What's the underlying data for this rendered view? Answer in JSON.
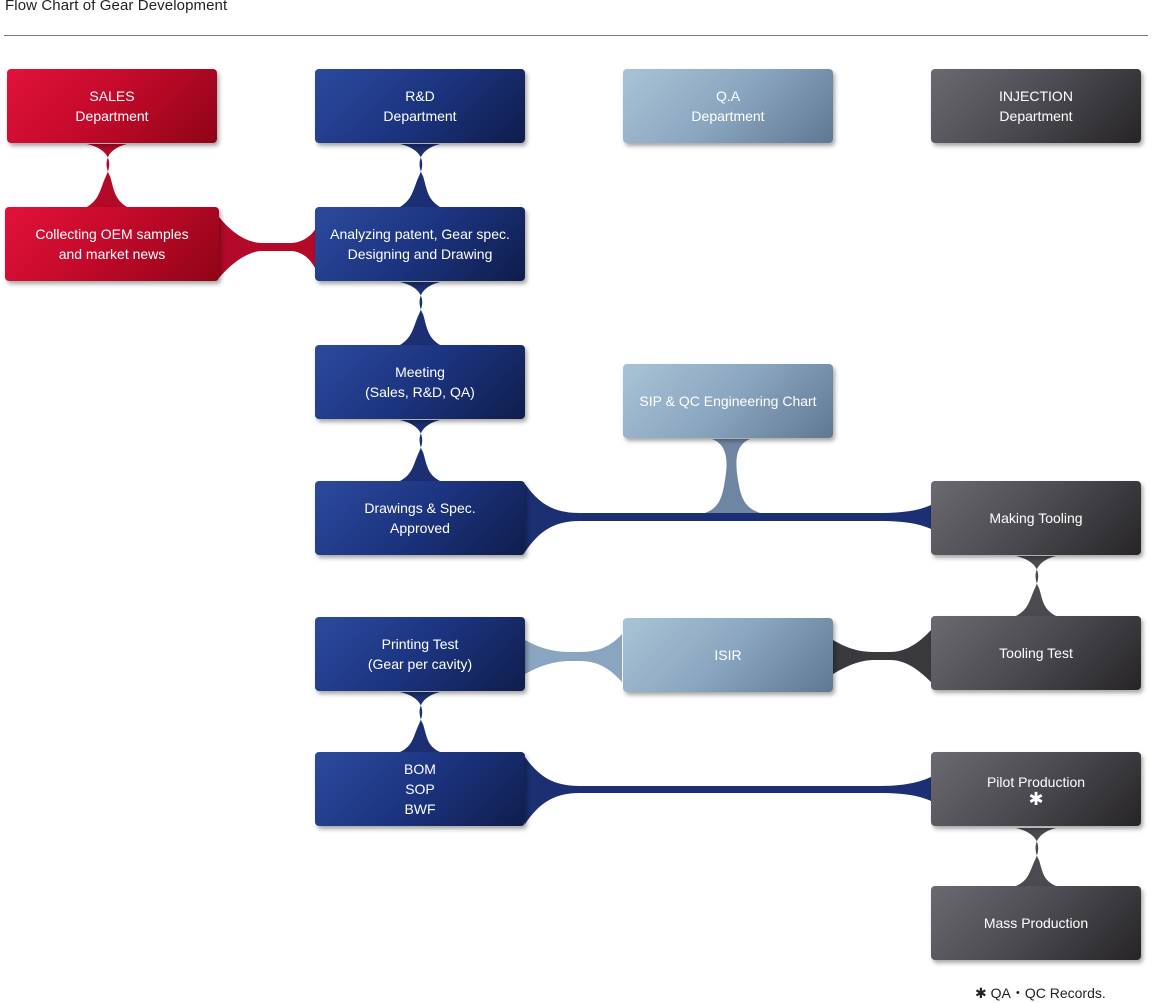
{
  "title": "Flow Chart of Gear Development",
  "colors": {
    "sales": "#c50a2c",
    "rd": "#1c3480",
    "qa": "#8aa5bf",
    "injection": "#4b4a50"
  },
  "departments": {
    "sales": [
      "SALES",
      "Department"
    ],
    "rd": [
      "R&D",
      "Department"
    ],
    "qa": [
      "Q.A",
      "Department"
    ],
    "injection": [
      "INJECTION",
      "Department"
    ]
  },
  "steps": {
    "collecting": [
      "Collecting OEM samples",
      "and market news"
    ],
    "analyzing": [
      "Analyzing patent, Gear spec.",
      "Designing and Drawing"
    ],
    "meeting": [
      "Meeting",
      "(Sales, R&D, QA)"
    ],
    "sip": [
      "SIP & QC Engineering Chart"
    ],
    "drawings": [
      "Drawings & Spec.",
      "Approved"
    ],
    "making_tooling": [
      "Making Tooling"
    ],
    "printing_test": [
      "Printing Test",
      "(Gear per cavity)"
    ],
    "isir": [
      "ISIR"
    ],
    "tooling_test": [
      "Tooling Test"
    ],
    "bom": [
      "BOM",
      "SOP",
      "BWF"
    ],
    "pilot": [
      "Pilot Production",
      "✱"
    ],
    "mass": [
      "Mass Production"
    ]
  },
  "footnote": "✱ QA・QC Records."
}
